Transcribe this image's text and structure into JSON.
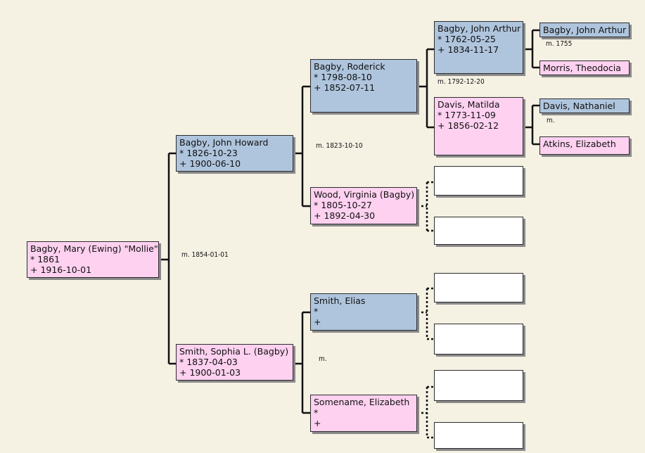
{
  "people": {
    "root": {
      "name": "Bagby, Mary (Ewing) \"Mollie\"",
      "birth": "* 1861",
      "death": "+ 1916-10-01",
      "sex": "female"
    },
    "father": {
      "name": "Bagby, John Howard",
      "birth": "* 1826-10-23",
      "death": "+ 1900-06-10",
      "sex": "male"
    },
    "mother": {
      "name": "Smith, Sophia L. (Bagby)",
      "birth": "* 1837-04-03",
      "death": "+ 1900-01-03",
      "sex": "female"
    },
    "pat_gf": {
      "name": "Bagby, Roderick",
      "birth": "* 1798-08-10",
      "death": "+ 1852-07-11",
      "sex": "male"
    },
    "pat_gm": {
      "name": "Wood, Virginia (Bagby)",
      "birth": "* 1805-10-27",
      "death": "+ 1892-04-30",
      "sex": "female"
    },
    "mat_gf": {
      "name": "Smith, Elias",
      "birth": "*",
      "death": "+",
      "sex": "male"
    },
    "mat_gm": {
      "name": "Somename, Elizabeth",
      "birth": "*",
      "death": "+",
      "sex": "female"
    },
    "ggf1": {
      "name": "Bagby, John Arthur",
      "birth": "* 1762-05-25",
      "death": "+ 1834-11-17",
      "sex": "male"
    },
    "ggm1": {
      "name": "Davis, Matilda",
      "birth": "* 1773-11-09",
      "death": "+ 1856-02-12",
      "sex": "female"
    },
    "gggf1": {
      "name": "Bagby, John Arthur",
      "sex": "male"
    },
    "gggm1": {
      "name": "Morris, Theodocia",
      "sex": "female"
    },
    "gggf2": {
      "name": "Davis, Nathaniel",
      "sex": "male"
    },
    "gggm2": {
      "name": "Atkins, Elizabeth",
      "sex": "female"
    }
  },
  "marriages": {
    "root_parents": "m. 1854-01-01",
    "father_parents": "m. 1823-10-10",
    "mother_parents": "m.",
    "roderick_parents": "m. 1792-12-20",
    "john_arthur_parents": "m. 1755",
    "matilda_parents": "m."
  },
  "colors": {
    "male": "#afc5dd",
    "female": "#fed1f0",
    "empty": "#ffffff",
    "background": "#f5f1e3"
  }
}
